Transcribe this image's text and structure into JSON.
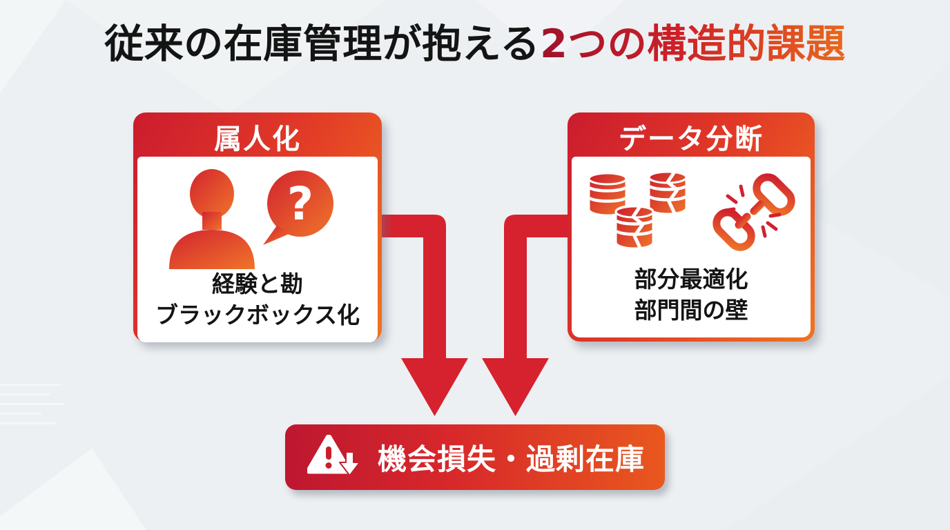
{
  "title": {
    "black_part": "従来の在庫管理が抱える",
    "red_part": "2つの構造的課題"
  },
  "cards": [
    {
      "header": "属人化",
      "line1": "経験と勘",
      "line2": "ブラックボックス化",
      "icon": "person-question-icon"
    },
    {
      "header": "データ分断",
      "line1": "部分最適化",
      "line2": "部門間の壁",
      "icon": "broken-database-chain-icon"
    }
  ],
  "banner": {
    "label": "機会損失・過剰在庫",
    "icon": "warning-declining-icon"
  },
  "colors": {
    "background": "#edf0f2",
    "brand_red": "#c81a2e",
    "brand_orange": "#ee6a20",
    "arrow_red": "#d6222e",
    "text_black": "#141414",
    "text_white": "#ffffff"
  }
}
